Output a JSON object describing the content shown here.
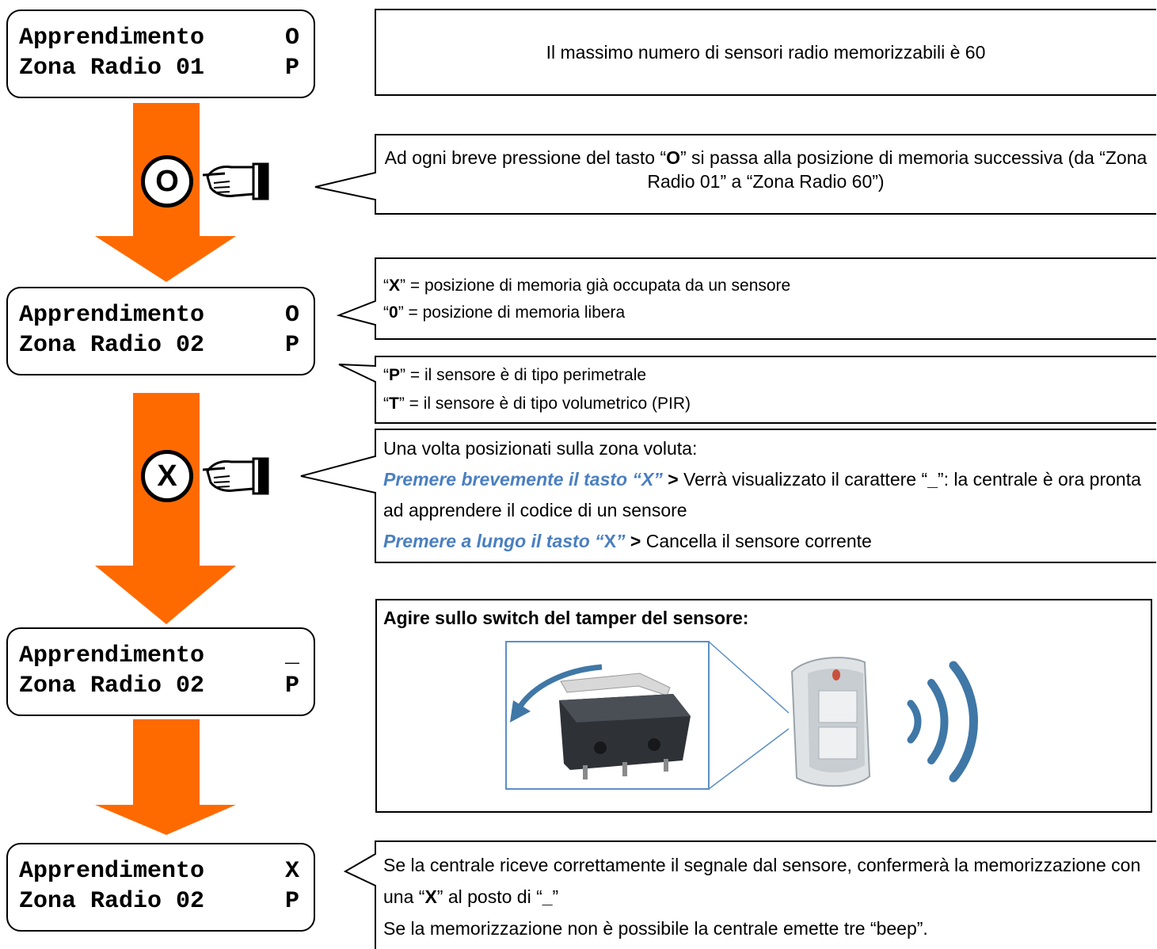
{
  "lcd1": {
    "r1": "Apprendimento",
    "r1v": "O",
    "r2": "Zona Radio 01",
    "r2v": "P"
  },
  "lcd2": {
    "r1": "Apprendimento",
    "r1v": "O",
    "r2": "Zona Radio 02",
    "r2v": "P"
  },
  "lcd3": {
    "r1": "Apprendimento",
    "r1v": "_",
    "r2": "Zona Radio 02",
    "r2v": "P"
  },
  "lcd4": {
    "r1": "Apprendimento",
    "r1v": "X",
    "r2": "Zona Radio 02",
    "r2v": "P"
  },
  "keys": {
    "o": "O",
    "x": "X"
  },
  "note_max": "Il massimo numero di sensori radio memorizzabili è 60",
  "note_o": {
    "a": "Ad ogni breve pressione del tasto “",
    "key": "O",
    "b": "” si passa alla posizione di memoria successiva (da “Zona Radio 01” a “Zona Radio 60”)"
  },
  "note_xo": {
    "l1_q1": "“",
    "l1_key": "X",
    "l1_rest": "” = posizione di memoria già occupata da un sensore",
    "l2_q1": "“",
    "l2_key": "0",
    "l2_rest": "” = posizione di memoria libera"
  },
  "note_pt": {
    "l1_q1": "“",
    "l1_key": "P",
    "l1_rest": "” = il sensore è di tipo perimetrale",
    "l2_q1": "“",
    "l2_key": "T",
    "l2_rest": "” = il sensore è di tipo volumetrico (PIR)"
  },
  "note_x": {
    "intro": "Una volta posizionati sulla zona voluta:",
    "short_hl": "Premere brevemente il tasto “X”",
    "gt1": " > ",
    "short_text_a": "Verrà visualizzato il carattere “",
    "underscore": "_",
    "short_text_b": "”: la centrale è ora pronta ad apprendere il codice di un sensore",
    "long_hl_a": "Premere a lungo il tasto “",
    "long_hl_key": "X",
    "long_hl_b": "”",
    "gt2": " > ",
    "long_text": "Cancella il sensore corrente"
  },
  "tamper": {
    "title": "Agire sullo switch del tamper del sensore:"
  },
  "note_confirm": {
    "l1": "Se la centrale riceve correttamente il segnale dal sensore, confermerà la memorizzazione con una “",
    "key": "X",
    "mid": "” al posto di “",
    "underscore": "_",
    "end": "”",
    "l2": "Se la memorizzazione non è possibile la centrale emette tre “beep”."
  },
  "colors": {
    "arrow": "#ff6a00",
    "highlight": "#4a7fc1",
    "wave": "#3f77a6"
  }
}
